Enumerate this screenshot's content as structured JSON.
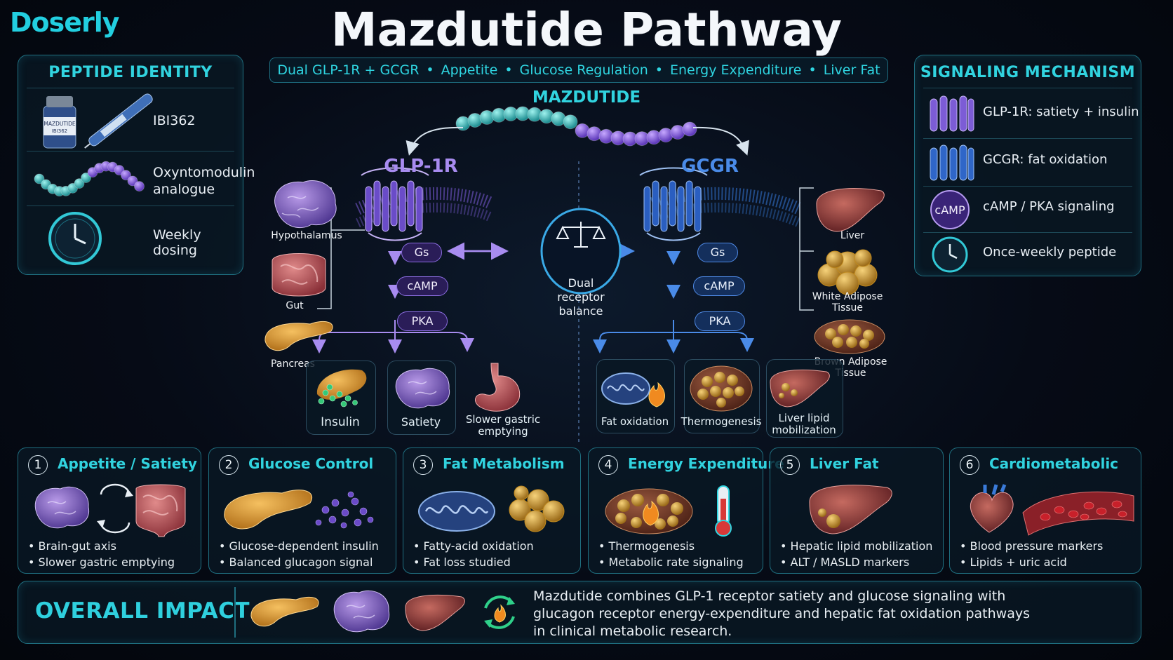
{
  "header": {
    "brand": "Doserly",
    "title": "Mazdutide Pathway",
    "tagline": [
      "Dual GLP-1R + GCGR",
      "Appetite",
      "Glucose Regulation",
      "Energy Expenditure",
      "Liver Fat"
    ]
  },
  "peptide_identity": {
    "heading": "PEPTIDE IDENTITY",
    "vial_label": [
      "MAZDUTIDE",
      "IBI362"
    ],
    "items": [
      {
        "icon": "vial-pen-icon",
        "text": "IBI362"
      },
      {
        "icon": "peptide-chain-icon",
        "text": "Oxyntomodulin analogue"
      },
      {
        "icon": "clock-icon",
        "text": "Weekly dosing"
      }
    ]
  },
  "signaling_mechanism": {
    "heading": "SIGNALING MECHANISM",
    "camp_badge": "cAMP",
    "items": [
      {
        "icon": "glp1r-receptor-icon",
        "text": "GLP-1R: satiety + insulin"
      },
      {
        "icon": "gcgr-receptor-icon",
        "text": "GCGR: fat oxidation"
      },
      {
        "icon": "camp-icon",
        "text": "cAMP / PKA signaling"
      },
      {
        "icon": "clock-icon",
        "text": "Once-weekly peptide"
      }
    ]
  },
  "center": {
    "molecule_label": "MAZDUTIDE",
    "left_receptor": "GLP-1R",
    "right_receptor": "GCGR",
    "balance_text": [
      "Dual",
      "receptor",
      "balance"
    ],
    "cascade": [
      "Gs",
      "cAMP",
      "PKA"
    ],
    "left_organs": [
      "Hypothalamus",
      "Gut",
      "Pancreas"
    ],
    "right_organs": [
      "Liver",
      "White Adipose Tissue",
      "Brown Adipose Tissue"
    ],
    "left_outputs": [
      "Insulin",
      "Satiety",
      "Slower gastric emptying"
    ],
    "right_outputs": [
      "Fat oxidation",
      "Thermogenesis",
      "Liver lipid mobilization"
    ]
  },
  "effects": [
    {
      "num": "1",
      "title": "Appetite / Satiety",
      "bullets": [
        "Brain-gut axis",
        "Slower gastric emptying"
      ]
    },
    {
      "num": "2",
      "title": "Glucose Control",
      "bullets": [
        "Glucose-dependent insulin",
        "Balanced glucagon signal"
      ]
    },
    {
      "num": "3",
      "title": "Fat Metabolism",
      "bullets": [
        "Fatty-acid oxidation",
        "Fat loss studied"
      ]
    },
    {
      "num": "4",
      "title": "Energy Expenditure",
      "bullets": [
        "Thermogenesis",
        "Metabolic rate signaling"
      ]
    },
    {
      "num": "5",
      "title": "Liver Fat",
      "bullets": [
        "Hepatic lipid mobilization",
        "ALT / MASLD markers"
      ]
    },
    {
      "num": "6",
      "title": "Cardiometabolic",
      "bullets": [
        "Blood pressure markers",
        "Lipids + uric acid"
      ]
    }
  ],
  "overall": {
    "heading": "OVERALL IMPACT",
    "lines": [
      "Mazdutide combines GLP-1 receptor satiety and glucose signaling with",
      "glucagon receptor energy-expenditure and hepatic fat oxidation pathways",
      "in clinical metabolic research."
    ]
  },
  "colors": {
    "accent": "#2fd6e2",
    "glp1r": "#a88cf0",
    "gcgr": "#4a8be8",
    "panel_border": "#1f6f80"
  }
}
